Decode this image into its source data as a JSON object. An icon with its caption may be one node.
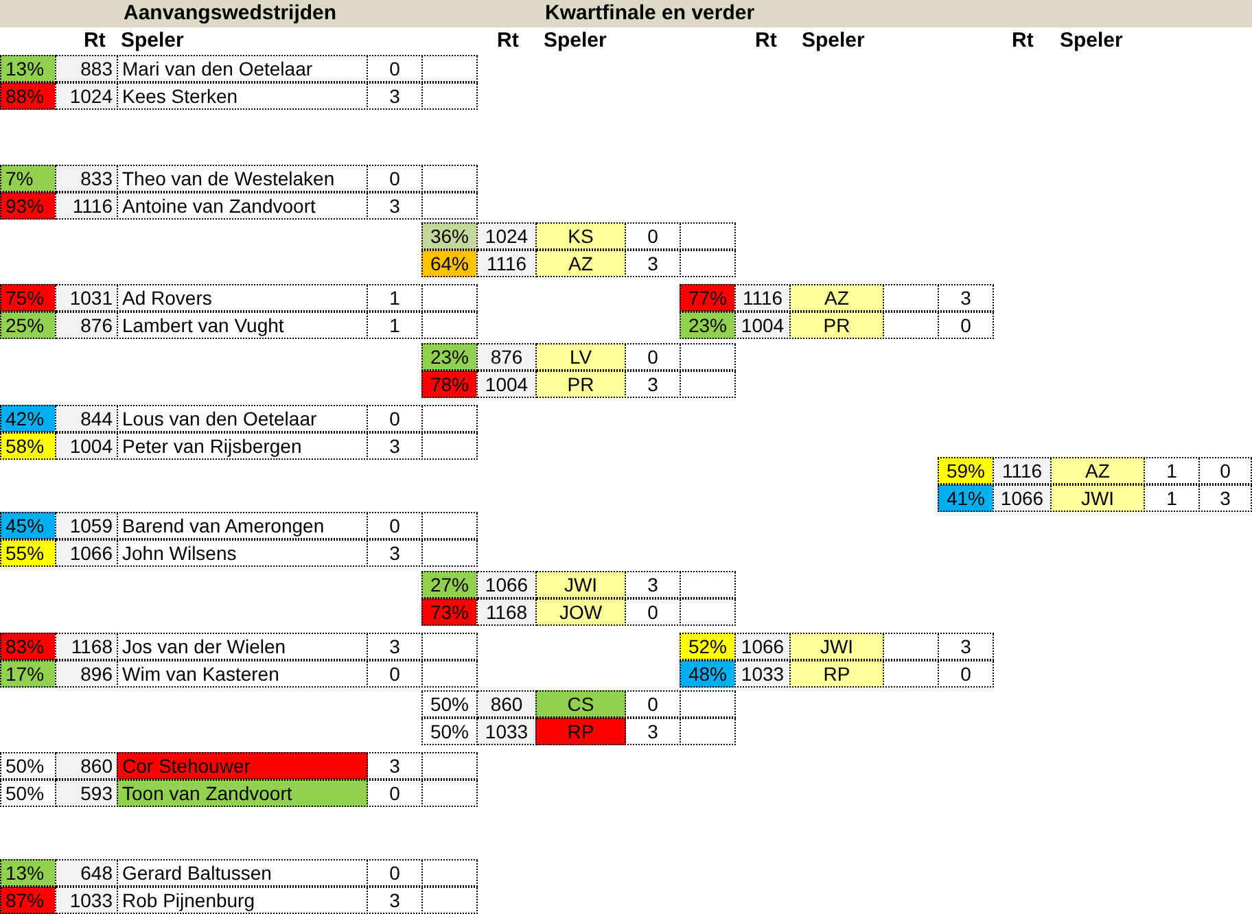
{
  "diagram": {
    "nodes": [
      {
        "text": [
          "13%",
          "883",
          "Mari van den Oetelaar",
          "0"
        ]
      },
      {
        "text": [
          "88%",
          "1024",
          "Kees Sterken",
          "3"
        ]
      },
      {
        "text": [
          "7%",
          "833",
          "Theo van de Westelaken",
          "0"
        ]
      },
      {
        "text": [
          "93%",
          "1116",
          "Antoine van Zandvoort",
          "3"
        ]
      },
      {
        "text": [
          "36%",
          "1024",
          "KS",
          "0"
        ]
      },
      {
        "text": [
          "64%",
          "1116",
          "AZ",
          "3"
        ]
      },
      {
        "text": [
          "75%",
          "1031",
          "Ad Rovers",
          "1"
        ]
      },
      {
        "text": [
          "77%",
          "1116",
          "AZ",
          "3"
        ]
      },
      {
        "text": [
          "25%",
          "876",
          "Lambert van Vught",
          "1"
        ]
      },
      {
        "text": [
          "23%",
          "1004",
          "PR",
          "0"
        ]
      },
      {
        "text": [
          "23%",
          "876",
          "LV",
          "0"
        ]
      },
      {
        "text": [
          "78%",
          "1004",
          "PR",
          "3"
        ]
      },
      {
        "text": [
          "42%",
          "844",
          "Lous van den Oetelaar",
          "0"
        ]
      },
      {
        "text": [
          "58%",
          "1004",
          "Peter van Rijsbergen",
          "3"
        ]
      },
      {
        "text": [
          "59%",
          "1116",
          "AZ",
          "1",
          "0"
        ]
      },
      {
        "text": [
          "41%",
          "1066",
          "JWI",
          "1",
          "3"
        ]
      },
      {
        "text": [
          "45%",
          "1059",
          "Barend van Amerongen",
          "0"
        ]
      },
      {
        "text": [
          "55%",
          "1066",
          "John Wilsens",
          "3"
        ]
      },
      {
        "text": [
          "27%",
          "1066",
          "JWI",
          "3"
        ]
      },
      {
        "text": [
          "73%",
          "1168",
          "JOW",
          "0"
        ]
      },
      {
        "text": [
          "83%",
          "1168",
          "Jos van der Wielen",
          "3"
        ]
      },
      {
        "text": [
          "52%",
          "1066",
          "JWI",
          "3"
        ]
      },
      {
        "text": [
          "17%",
          "896",
          "Wim van Kasteren",
          "0"
        ]
      },
      {
        "text": [
          "48%",
          "1033",
          "RP",
          "0"
        ]
      },
      {
        "text": [
          "50%",
          "860",
          "CS",
          "0"
        ]
      },
      {
        "text": [
          "50%",
          "1033",
          "RP",
          "3"
        ]
      },
      {
        "text": [
          "50%",
          "860",
          "Cor Stehouwer",
          "3"
        ]
      },
      {
        "text": [
          "50%",
          "593",
          "Toon van Zandvoort",
          "0"
        ]
      },
      {
        "text": [
          "13%",
          "648",
          "Gerard Baltussen",
          "0"
        ]
      },
      {
        "text": [
          "87%",
          "1033",
          "Rob Pijnenburg",
          "3"
        ]
      }
    ],
    "labels": [
      "Aanvangswedstrijden",
      "Kwartfinale en verder",
      "Rt",
      "Speler",
      "Rt",
      "Speler",
      "Rt",
      "Speler",
      "Rt",
      "Speler"
    ]
  }
}
